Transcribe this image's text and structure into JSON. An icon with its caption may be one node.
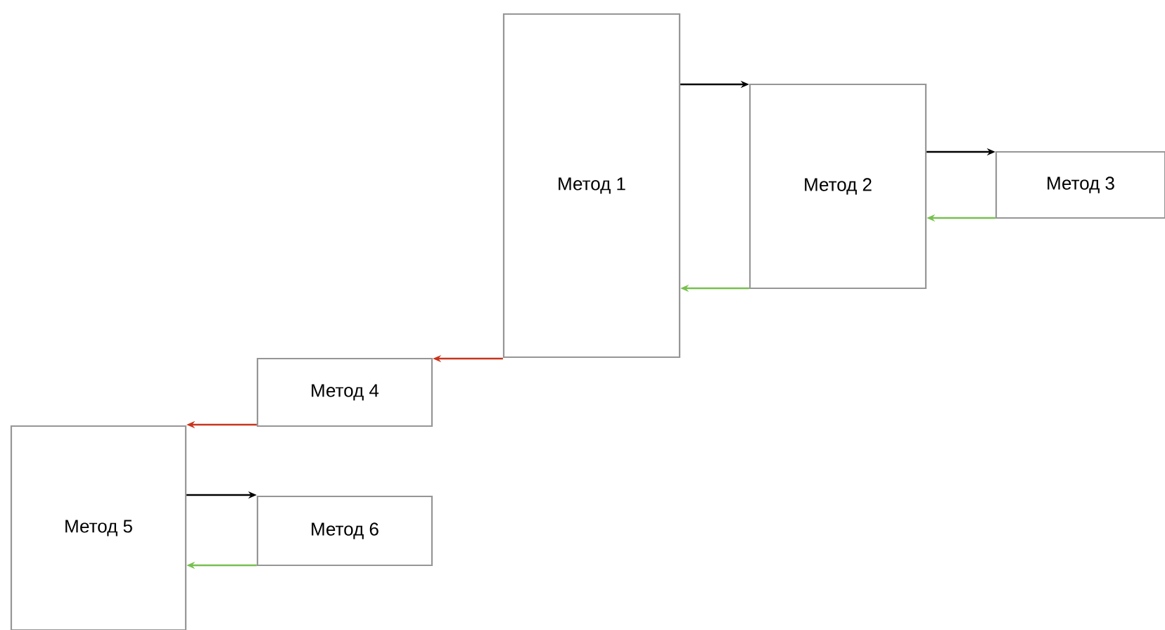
{
  "diagram": {
    "nodes": [
      {
        "text": [
          "Метод 1"
        ]
      },
      {
        "text": [
          "Метод 2"
        ]
      },
      {
        "text": [
          "Метод 3"
        ]
      },
      {
        "text": [
          "Метод 4"
        ]
      },
      {
        "text": [
          "Метод 5"
        ]
      },
      {
        "text": [
          "Метод 6"
        ]
      }
    ],
    "edges": [
      {
        "from": 0,
        "to": 1,
        "arrow": "to"
      },
      {
        "from": 1,
        "to": 2,
        "arrow": "to"
      },
      {
        "from": 2,
        "to": 1,
        "arrow": "to",
        "color": "#77c04f"
      },
      {
        "from": 1,
        "to": 0,
        "arrow": "to",
        "color": "#77c04f"
      },
      {
        "from": 0,
        "to": 3,
        "arrow": "to",
        "color": "#c8341c"
      },
      {
        "from": 3,
        "to": 4,
        "arrow": "to",
        "color": "#c8341c"
      },
      {
        "from": 4,
        "to": 5,
        "arrow": "to"
      },
      {
        "from": 5,
        "to": 4,
        "arrow": "to",
        "color": "#77c04f"
      }
    ]
  }
}
